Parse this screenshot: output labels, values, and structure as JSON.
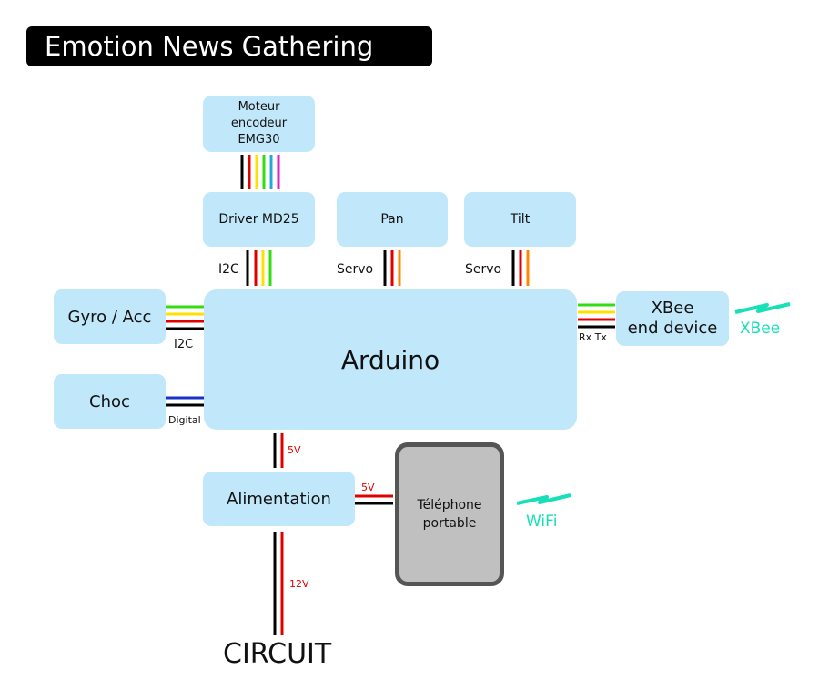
{
  "title": "Emotion News Gathering",
  "boxes": {
    "motor": "Moteur\nencodeur\nEMG30",
    "driver": "Driver MD25",
    "pan": "Pan",
    "tilt": "Tilt",
    "gyro": "Gyro / Acc",
    "choc": "Choc",
    "arduino": "Arduino",
    "xbee": "XBee\nend device",
    "power": "Alimentation",
    "phone": "Téléphone\nportable"
  },
  "labels": {
    "i2c_driver": "I2C",
    "servo_pan": "Servo",
    "servo_tilt": "Servo",
    "i2c_gyro": "I2C",
    "digital": "Digital",
    "rxtx": "Rx Tx",
    "v5_arduino": "5V",
    "v5_phone": "5V",
    "v12": "12V",
    "circuit": "CIRCUIT"
  },
  "wireless": {
    "xbee": "XBee",
    "wifi": "WiFi"
  },
  "colors": {
    "box_fill": "#c0e8fa",
    "phone_fill": "#c0c0c0",
    "wireless": "#17e0b8",
    "wire_black": "#000000",
    "wire_red": "#e00000",
    "wire_yellow": "#ffe000",
    "wire_green": "#33dd11",
    "wire_orange": "#ff8800",
    "wire_blue": "#1a32c8",
    "wire_cyan": "#22aadd",
    "wire_magenta": "#dd22cc"
  }
}
